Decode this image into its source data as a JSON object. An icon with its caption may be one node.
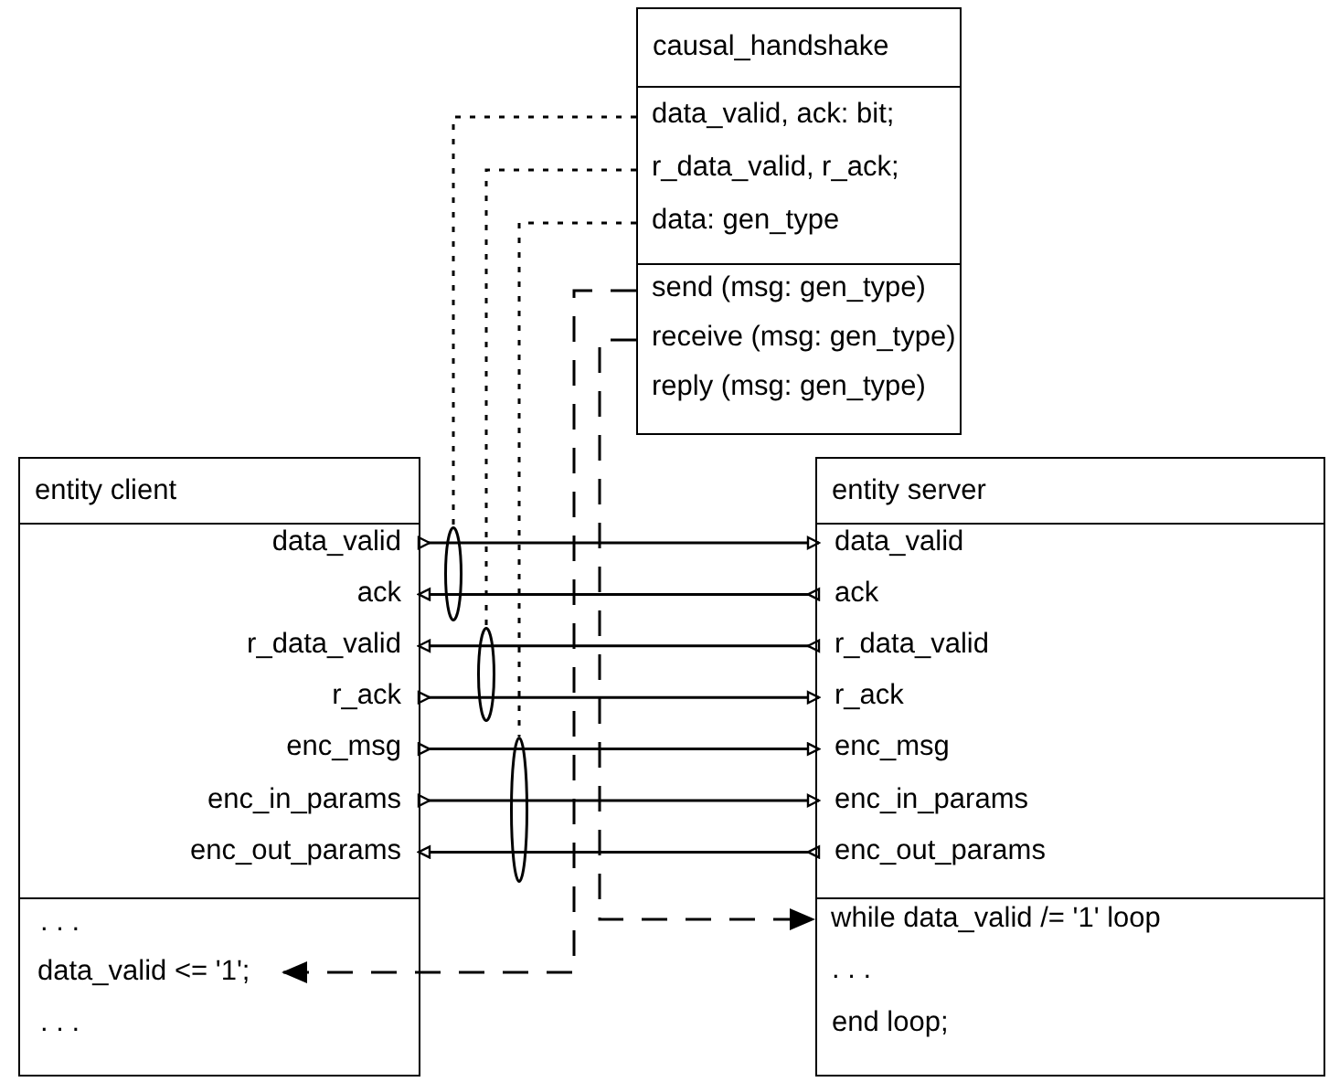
{
  "diagram": {
    "nodes": [
      {
        "text": [
          "causal_handshake"
        ]
      },
      {
        "text": [
          "data_valid, ack: bit;"
        ],
        "in": 0
      },
      {
        "text": [
          "r_data_valid, r_ack;"
        ],
        "in": 0
      },
      {
        "text": [
          "data: gen_type"
        ],
        "in": 0
      },
      {
        "text": [
          "send (msg: gen_type)"
        ],
        "in": 0
      },
      {
        "text": [
          "receive (msg: gen_type)"
        ],
        "in": 0
      },
      {
        "text": [
          "reply (msg: gen_type)"
        ],
        "in": 0
      },
      {
        "text": [
          "entity client"
        ]
      },
      {
        "text": [
          "data_valid"
        ],
        "in": 7
      },
      {
        "text": [
          "ack"
        ],
        "in": 7
      },
      {
        "text": [
          "r_data_valid"
        ],
        "in": 7
      },
      {
        "text": [
          "r_ack"
        ],
        "in": 7
      },
      {
        "text": [
          "enc_msg"
        ],
        "in": 7
      },
      {
        "text": [
          "enc_in_params"
        ],
        "in": 7
      },
      {
        "text": [
          "enc_out_params"
        ],
        "in": 7
      },
      {
        "text": [
          "data_valid <= '1';"
        ],
        "in": 7
      },
      {
        "text": [
          "entity server"
        ]
      },
      {
        "text": [
          "data_valid"
        ],
        "in": 16
      },
      {
        "text": [
          "ack"
        ],
        "in": 16
      },
      {
        "text": [
          "r_data_valid"
        ],
        "in": 16
      },
      {
        "text": [
          "r_ack"
        ],
        "in": 16
      },
      {
        "text": [
          "enc_msg"
        ],
        "in": 16
      },
      {
        "text": [
          "enc_in_params"
        ],
        "in": 16
      },
      {
        "text": [
          "enc_out_params"
        ],
        "in": 16
      },
      {
        "text": [
          "while data_valid /= '1' loop"
        ],
        "in": 16
      },
      {
        "text": [],
        "shape": "ellipse"
      },
      {
        "text": [],
        "shape": "ellipse"
      },
      {
        "text": [],
        "shape": "ellipse"
      }
    ],
    "edges": [
      {
        "from": 8,
        "to": 17,
        "arrow": "to"
      },
      {
        "from": 18,
        "to": 9,
        "arrow": "to"
      },
      {
        "from": 19,
        "to": 10,
        "arrow": "to"
      },
      {
        "from": 11,
        "to": 20,
        "arrow": "to"
      },
      {
        "from": 12,
        "to": 21,
        "arrow": "to"
      },
      {
        "from": 13,
        "to": 22,
        "arrow": "to"
      },
      {
        "from": 23,
        "to": 14,
        "arrow": "to"
      },
      {
        "from": 1,
        "to": 25,
        "arrow": "none",
        "style": "dashed"
      },
      {
        "from": 2,
        "to": 26,
        "arrow": "none",
        "style": "dashed"
      },
      {
        "from": 3,
        "to": 27,
        "arrow": "none",
        "style": "dashed"
      },
      {
        "from": 4,
        "to": 15,
        "arrow": "to",
        "style": "dashed"
      },
      {
        "from": 5,
        "to": 24,
        "arrow": "to",
        "style": "dashed"
      }
    ],
    "labels": [
      ". . .",
      ". . .",
      ". . .",
      "end loop;"
    ]
  }
}
